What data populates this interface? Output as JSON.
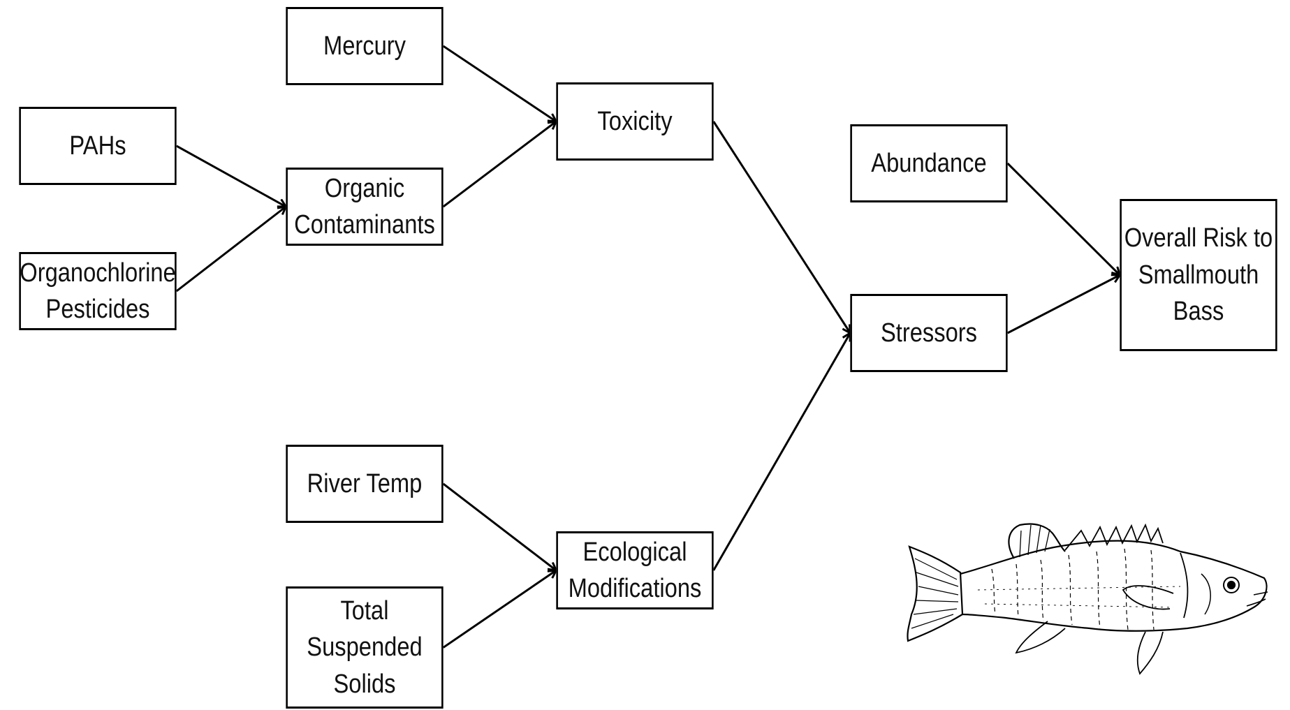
{
  "nodes": {
    "mercury": "Mercury",
    "pahs": "PAHs",
    "organic_contaminants": "Organic\nContaminants",
    "organochlorine_pesticides": "Organochlorine\nPesticides",
    "toxicity": "Toxicity",
    "abundance": "Abundance",
    "overall_risk": "Overall Risk to\nSmallmouth\nBass",
    "stressors": "Stressors",
    "river_temp": "River Temp",
    "ecological_modifications": "Ecological\nModifications",
    "total_suspended_solids": "Total\nSuspended\nSolids"
  },
  "edges": [
    {
      "from": "mercury",
      "to": "toxicity"
    },
    {
      "from": "organic_contaminants",
      "to": "toxicity"
    },
    {
      "from": "pahs",
      "to": "organic_contaminants"
    },
    {
      "from": "organochlorine_pesticides",
      "to": "organic_contaminants"
    },
    {
      "from": "toxicity",
      "to": "stressors"
    },
    {
      "from": "ecological_modifications",
      "to": "stressors"
    },
    {
      "from": "river_temp",
      "to": "ecological_modifications"
    },
    {
      "from": "total_suspended_solids",
      "to": "ecological_modifications"
    },
    {
      "from": "abundance",
      "to": "overall_risk"
    },
    {
      "from": "stressors",
      "to": "overall_risk"
    }
  ],
  "illustration": "smallmouth-bass-fish-drawing"
}
